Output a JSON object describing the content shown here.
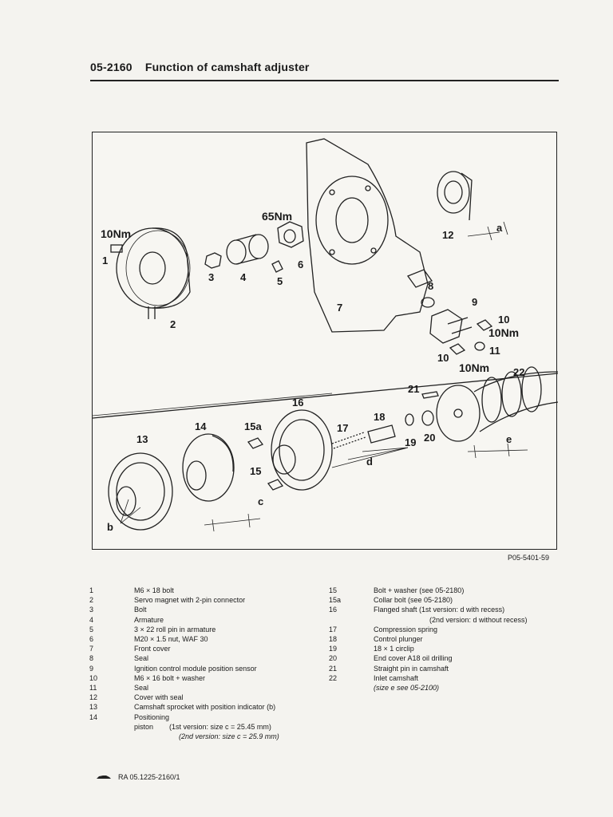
{
  "header": {
    "section_number": "05-2160",
    "title": "Function of camshaft adjuster"
  },
  "figure": {
    "id": "P05-5401-59",
    "callouts": [
      "1",
      "2",
      "3",
      "4",
      "5",
      "6",
      "7",
      "8",
      "9",
      "10",
      "10",
      "11",
      "12",
      "13",
      "14",
      "15",
      "15a",
      "16",
      "17",
      "18",
      "19",
      "20",
      "21",
      "22",
      "a",
      "b",
      "c",
      "d",
      "e"
    ],
    "torques": [
      "10Nm",
      "65Nm",
      "10Nm",
      "10Nm"
    ]
  },
  "legend_left": [
    {
      "num": "1",
      "text": "M6 × 18 bolt"
    },
    {
      "num": "2",
      "text": "Servo magnet with 2-pin connector"
    },
    {
      "num": "3",
      "text": "Bolt"
    },
    {
      "num": "4",
      "text": "Armature"
    },
    {
      "num": "5",
      "text": "3 × 22 roll pin in armature"
    },
    {
      "num": "6",
      "text": "M20 × 1.5 nut, WAF 30"
    },
    {
      "num": "7",
      "text": "Front cover"
    },
    {
      "num": "8",
      "text": "Seal"
    },
    {
      "num": "9",
      "text": "Ignition control module position sensor"
    },
    {
      "num": "10",
      "text": "M6 × 16 bolt + washer"
    },
    {
      "num": "11",
      "text": "Seal"
    },
    {
      "num": "12",
      "text": "Cover with seal"
    },
    {
      "num": "13",
      "text": "Camshaft sprocket with position indicator (b)"
    },
    {
      "num": "14",
      "text": "Positioning"
    },
    {
      "num": "",
      "text": "piston"
    }
  ],
  "legend_left_extra": {
    "v1": "(1st version: size c = 25.45 mm)",
    "v2": "(2nd version: size c = 25.9 mm)"
  },
  "legend_right": [
    {
      "num": "15",
      "text": "Bolt + washer (see 05-2180)"
    },
    {
      "num": "15a",
      "text": "Collar bolt (see 05-2180)"
    },
    {
      "num": "16",
      "text": "Flanged shaft  (1st version: d with recess)"
    },
    {
      "num": "",
      "text": "(2nd version: d without recess)"
    },
    {
      "num": "17",
      "text": "Compression spring"
    },
    {
      "num": "18",
      "text": "Control plunger"
    },
    {
      "num": "19",
      "text": "18 × 1 circlip"
    },
    {
      "num": "20",
      "text": "End cover A18 oil drilling"
    },
    {
      "num": "21",
      "text": "Straight pin in camshaft"
    },
    {
      "num": "22",
      "text": "Inlet camshaft"
    },
    {
      "num": "",
      "text": "(size e see 05-2100)"
    }
  ],
  "footer": {
    "reference": "RA 05.1225-2160/1"
  }
}
